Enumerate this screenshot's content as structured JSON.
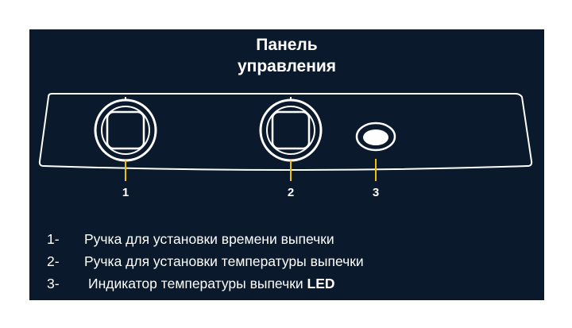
{
  "title": {
    "line1": "Панель",
    "line2": "управления"
  },
  "callouts": [
    {
      "number": "1"
    },
    {
      "number": "2"
    },
    {
      "number": "3"
    }
  ],
  "legend": [
    {
      "number": "1-",
      "text": "Ручка  для установки времени выпечки",
      "bold_suffix": ""
    },
    {
      "number": "2-",
      "text": "Ручка для установки температуры выпечки",
      "bold_suffix": ""
    },
    {
      "number": "3-",
      "text": "Индикатор температуры выпечки ",
      "bold_suffix": "LED"
    }
  ],
  "colors": {
    "background": "#0a1a2c",
    "outline": "#ffffff",
    "leader_line": "#f2c200"
  },
  "icons": [
    "knob-icon",
    "knob-icon",
    "led-indicator-icon"
  ]
}
